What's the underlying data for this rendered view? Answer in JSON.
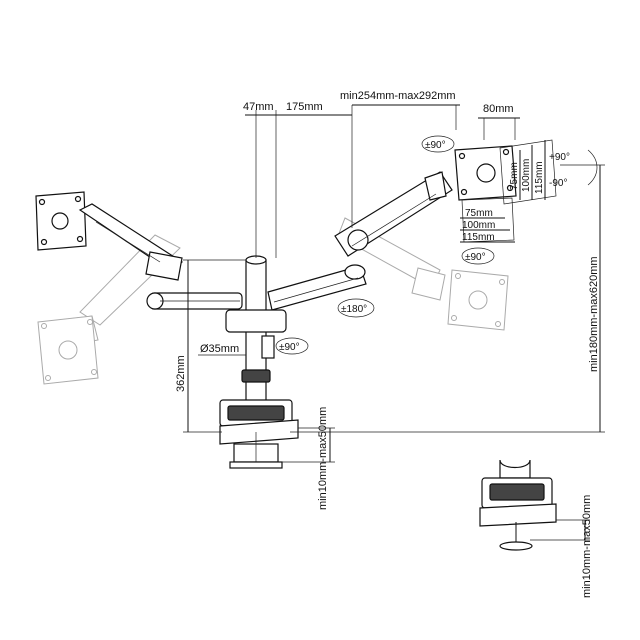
{
  "dimensions": {
    "top_offset": "47mm",
    "arm_segment": "175mm",
    "arm_span": "min254mm-max292mm",
    "mount_offset": "80mm",
    "vesa_75_h": "75mm",
    "vesa_100_h": "100mm",
    "vesa_115_h": "115mm",
    "vesa_75_w": "75mm",
    "vesa_100_w": "100mm",
    "vesa_115_w": "115mm",
    "pole_diameter": "Ø35mm",
    "pole_height": "362mm",
    "height_range": "min180mm-max620mm",
    "clamp_thickness": "min10mm-max50mm",
    "grommet_thickness": "min10mm-max50mm"
  },
  "rotations": {
    "head_tilt": "±90°",
    "portrait_up": "+90°",
    "portrait_down": "-90°",
    "swivel_lower": "±90°",
    "arm_rotation": "±180°",
    "base_rotation": "±90°"
  }
}
